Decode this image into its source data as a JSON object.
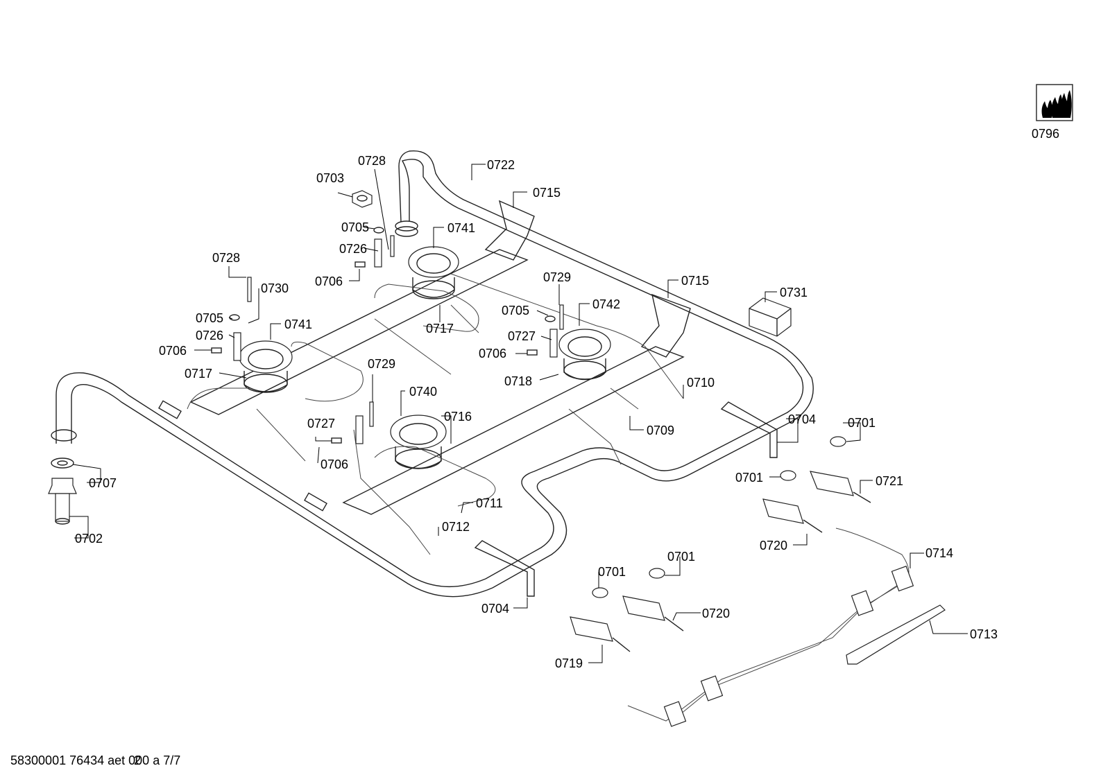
{
  "footer_text": "58300001 76434 aet 000 a 7/7",
  "footer_overprint": "2",
  "gas_symbol_label": "0796",
  "callouts": [
    {
      "id": "c0703",
      "text": "0703"
    },
    {
      "id": "c0728a",
      "text": "0728"
    },
    {
      "id": "c0722",
      "text": "0722"
    },
    {
      "id": "c0715a",
      "text": "0715"
    },
    {
      "id": "c0705a",
      "text": "0705"
    },
    {
      "id": "c0741a",
      "text": "0741"
    },
    {
      "id": "c0726a",
      "text": "0726"
    },
    {
      "id": "c0706a",
      "text": "0706"
    },
    {
      "id": "c0728b",
      "text": "0728"
    },
    {
      "id": "c0730",
      "text": "0730"
    },
    {
      "id": "c0729a",
      "text": "0729"
    },
    {
      "id": "c0715b",
      "text": "0715"
    },
    {
      "id": "c0731",
      "text": "0731"
    },
    {
      "id": "c0705b",
      "text": "0705"
    },
    {
      "id": "c0742",
      "text": "0742"
    },
    {
      "id": "c0705c",
      "text": "0705"
    },
    {
      "id": "c0741b",
      "text": "0741"
    },
    {
      "id": "c0717a",
      "text": "0717"
    },
    {
      "id": "c0726b",
      "text": "0726"
    },
    {
      "id": "c0727a",
      "text": "0727"
    },
    {
      "id": "c0706b",
      "text": "0706"
    },
    {
      "id": "c0706c",
      "text": "0706"
    },
    {
      "id": "c0717b",
      "text": "0717"
    },
    {
      "id": "c0718",
      "text": "0718"
    },
    {
      "id": "c0710",
      "text": "0710"
    },
    {
      "id": "c0729b",
      "text": "0729"
    },
    {
      "id": "c0740",
      "text": "0740"
    },
    {
      "id": "c0716",
      "text": "0716"
    },
    {
      "id": "c0709",
      "text": "0709"
    },
    {
      "id": "c0704a",
      "text": "0704"
    },
    {
      "id": "c0701a",
      "text": "0701"
    },
    {
      "id": "c0727b",
      "text": "0727"
    },
    {
      "id": "c0706d",
      "text": "0706"
    },
    {
      "id": "c0701b",
      "text": "0701"
    },
    {
      "id": "c0721",
      "text": "0721"
    },
    {
      "id": "c0707",
      "text": "0707"
    },
    {
      "id": "c0711",
      "text": "0711"
    },
    {
      "id": "c0720a",
      "text": "0720"
    },
    {
      "id": "c0702",
      "text": "0702"
    },
    {
      "id": "c0712",
      "text": "0712"
    },
    {
      "id": "c0714",
      "text": "0714"
    },
    {
      "id": "c0701c",
      "text": "0701"
    },
    {
      "id": "c0701d",
      "text": "0701"
    },
    {
      "id": "c0720b",
      "text": "0720"
    },
    {
      "id": "c0713",
      "text": "0713"
    },
    {
      "id": "c0704b",
      "text": "0704"
    },
    {
      "id": "c0719",
      "text": "0719"
    }
  ]
}
